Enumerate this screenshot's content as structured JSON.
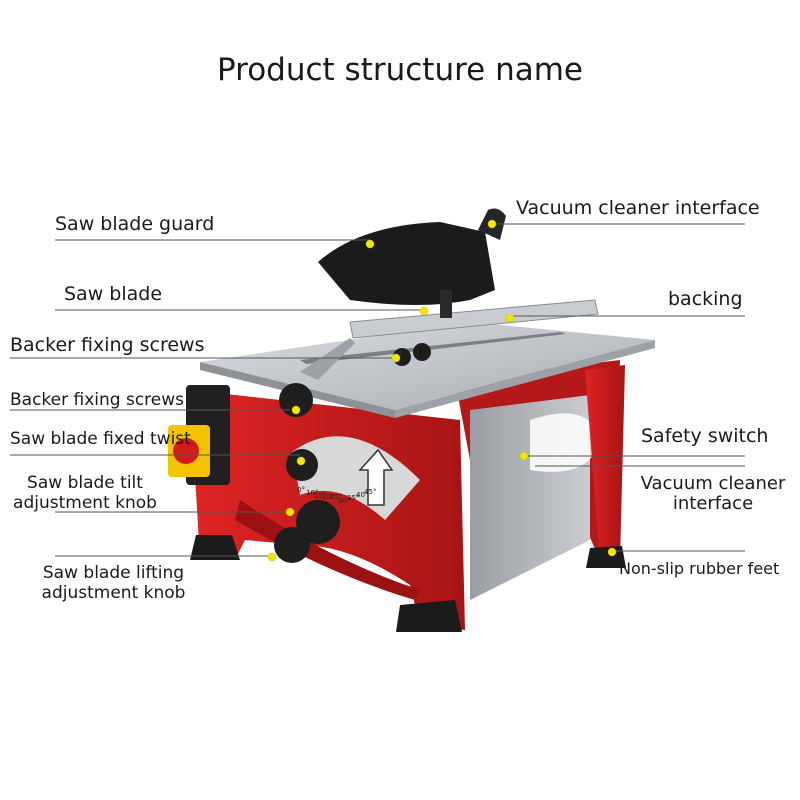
{
  "title": "Product structure name",
  "labels": {
    "saw_blade_guard": "Saw blade guard",
    "saw_blade": "Saw blade",
    "backer_fixing_screws_1": "Backer fixing screws",
    "backer_fixing_screws_2": "Backer fixing screws",
    "saw_blade_fixed_twist": "Saw blade fixed twist",
    "saw_blade_tilt_line1": "Saw blade tilt",
    "saw_blade_tilt_line2": "adjustment knob",
    "saw_blade_lifting_line1": "Saw blade lifting",
    "saw_blade_lifting_line2": "adjustment knob",
    "vacuum_cleaner_interface_top": "Vacuum cleaner interface",
    "backing": "backing",
    "safety_switch": "Safety switch",
    "vacuum_cleaner_interface_line1": "Vacuum cleaner",
    "vacuum_cleaner_interface_line2": "interface",
    "non_slip_rubber_feet": "Non-slip rubber feet"
  },
  "scale_ticks": [
    "0°",
    "10°",
    "15°",
    "20°",
    "25°",
    "30°",
    "35°",
    "40°",
    "45°"
  ],
  "colors": {
    "body_red": "#cc1d1d",
    "table_silver": "#bfc3c8",
    "guard_black": "#1b1b1b",
    "marker_yellow": "#f2e600",
    "leader_line": "#555555"
  }
}
